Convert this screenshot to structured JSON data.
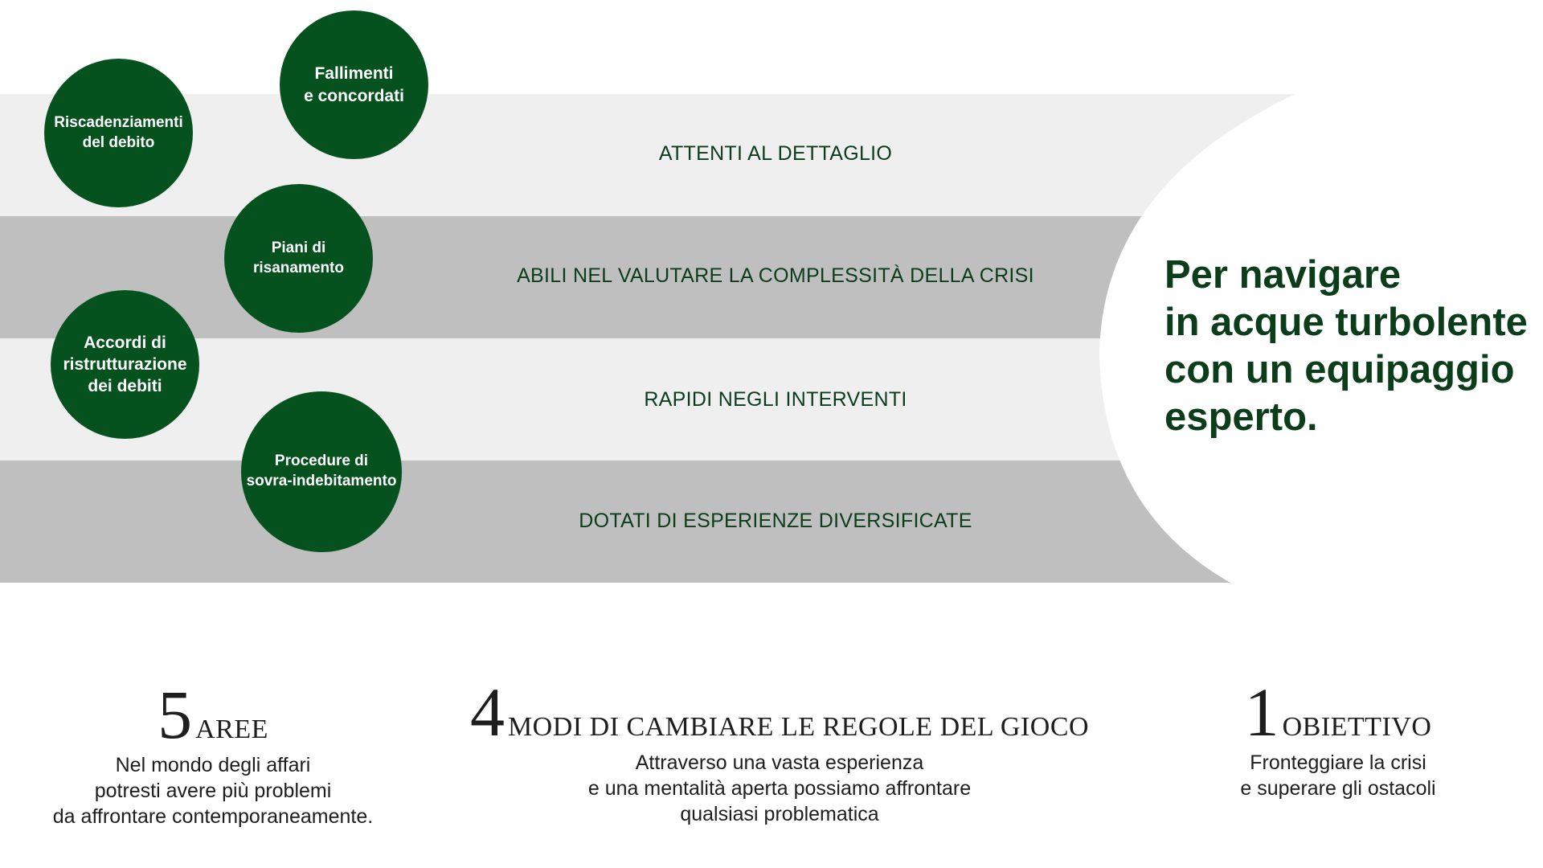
{
  "bands": [
    {
      "label": "ATTENTI AL DETTAGLIO"
    },
    {
      "label": "ABILI NEL VALUTARE LA COMPLESSITÀ DELLA CRISI"
    },
    {
      "label": "RAPIDI NEGLI INTERVENTI"
    },
    {
      "label": "DOTATI DI ESPERIENZE DIVERSIFICATE"
    }
  ],
  "circles": [
    {
      "label": "Riscadenziamenti\ndel debito"
    },
    {
      "label": "Fallimenti\ne concordati"
    },
    {
      "label": "Piani di\nrisanamento"
    },
    {
      "label": "Accordi di\nristrutturazione\ndei debiti"
    },
    {
      "label": "Procedure di\nsovra-indebitamento"
    }
  ],
  "headline": "Per navigare\nin acque turbolente\ncon un equipaggio\nesperto.",
  "stats": [
    {
      "number": "5",
      "label": "AREE",
      "description": "Nel mondo degli affari\npotresti avere più problemi\nda affrontare contemporaneamente."
    },
    {
      "number": "4",
      "label": "MODI DI CAMBIARE LE REGOLE DEL GIOCO",
      "description": "Attraverso una vasta esperienza\ne una mentalità aperta possiamo affrontare\nqualsiasi problematica"
    },
    {
      "number": "1",
      "label": "OBIETTIVO",
      "description": "Fronteggiare la crisi\ne superare gli ostacoli"
    }
  ],
  "colors": {
    "circle_green": "#06521e",
    "text_green": "#0b3d1b",
    "band_light": "#efefef",
    "band_dark": "#bfbfbf"
  }
}
